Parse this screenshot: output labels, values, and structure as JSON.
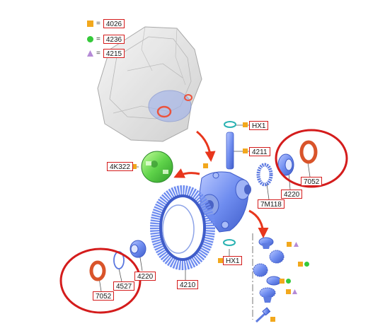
{
  "legend": [
    {
      "code": "4026",
      "symbol": "square",
      "color": "#f2a81d"
    },
    {
      "code": "4236",
      "symbol": "circle",
      "color": "#35c93a"
    },
    {
      "code": "4215",
      "symbol": "triangle",
      "color": "#b58ad6"
    }
  ],
  "parts": {
    "hx1_top": "HX1",
    "p4211": "4211",
    "p4k322": "4K322",
    "p7m118": "7M118",
    "p4220_right": "4220",
    "p7052_right": "7052",
    "hx1_bottom": "HX1",
    "p4210": "4210",
    "p4220_left": "4220",
    "p4527": "4527",
    "p7052_left": "7052"
  },
  "colors": {
    "label_border": "#d41c1c",
    "callout_arrow": "#e8361c",
    "highlight_circle": "#d41c1c",
    "part_blue": "#6f8df0",
    "part_green": "#5fd34a",
    "seal_orange": "#d9542a"
  },
  "icons": [
    "transaxle-case-icon",
    "differential-case-icon",
    "ring-gear-icon",
    "planet-gear-set-icon",
    "pin-icon",
    "bolt-icon"
  ]
}
